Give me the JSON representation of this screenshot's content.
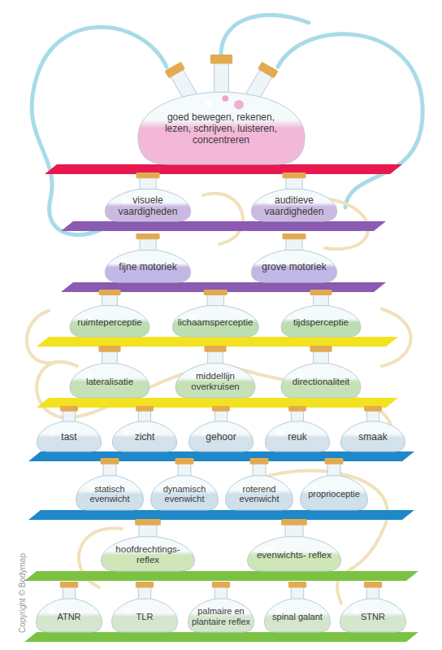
{
  "diagram": {
    "nodes": [
      {
        "text": [
          "goed bewegen, rekenen, lezen, schrijven, luisteren, concentreren"
        ]
      },
      {
        "text": [
          "visuele vaardigheden"
        ]
      },
      {
        "text": [
          "auditieve vaardigheden"
        ]
      },
      {
        "text": [
          "fijne motoriek"
        ]
      },
      {
        "text": [
          "grove motoriek"
        ]
      },
      {
        "text": [
          "ruimteperceptie"
        ]
      },
      {
        "text": [
          "lichaamsperceptie"
        ]
      },
      {
        "text": [
          "tijdsperceptie"
        ]
      },
      {
        "text": [
          "lateralisatie"
        ]
      },
      {
        "text": [
          "middellijn overkruisen"
        ]
      },
      {
        "text": [
          "directionaliteit"
        ]
      },
      {
        "text": [
          "tast"
        ]
      },
      {
        "text": [
          "zicht"
        ]
      },
      {
        "text": [
          "gehoor"
        ]
      },
      {
        "text": [
          "reuk"
        ]
      },
      {
        "text": [
          "smaak"
        ]
      },
      {
        "text": [
          "statisch evenwicht"
        ]
      },
      {
        "text": [
          "dynamisch evenwicht"
        ]
      },
      {
        "text": [
          "roterend evenwicht"
        ]
      },
      {
        "text": [
          "proprioceptie"
        ]
      },
      {
        "text": [
          "hoofdrechtings- reflex"
        ]
      },
      {
        "text": [
          "evenwichts- reflex"
        ]
      },
      {
        "text": [
          "ATNR"
        ]
      },
      {
        "text": [
          "TLR"
        ]
      },
      {
        "text": [
          "palmaire en plantaire reflex"
        ]
      },
      {
        "text": [
          "spinal galant"
        ]
      },
      {
        "text": [
          "STNR"
        ]
      }
    ],
    "labels": [
      "Copyright © Bodymap"
    ]
  }
}
